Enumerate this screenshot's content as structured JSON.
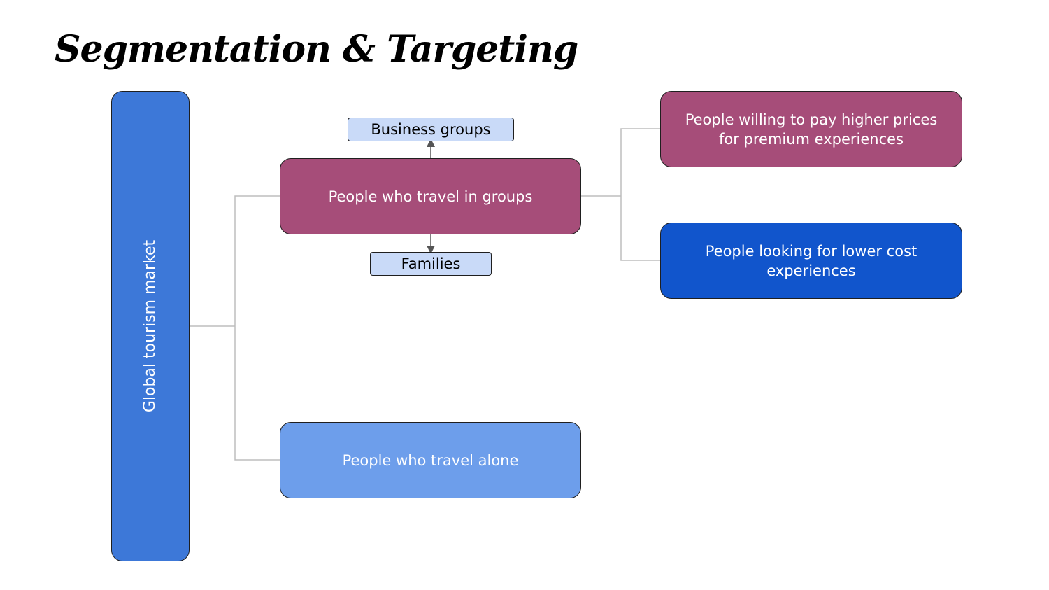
{
  "title": "Segmentation & Targeting",
  "nodes": {
    "root": "Global tourism market",
    "groups": "People who travel in groups",
    "alone": "People who travel alone",
    "premium": "People willing to pay higher prices for premium experiences",
    "lowcost": "People looking for lower cost experiences",
    "business": "Business groups",
    "families": "Families"
  },
  "colors": {
    "root": "#3d78d8",
    "groups": "#a64d79",
    "alone": "#6d9eeb",
    "premium": "#a64d79",
    "lowcost": "#1155cc",
    "tag": "#c9daf8",
    "connector": "#bdbdbd"
  }
}
